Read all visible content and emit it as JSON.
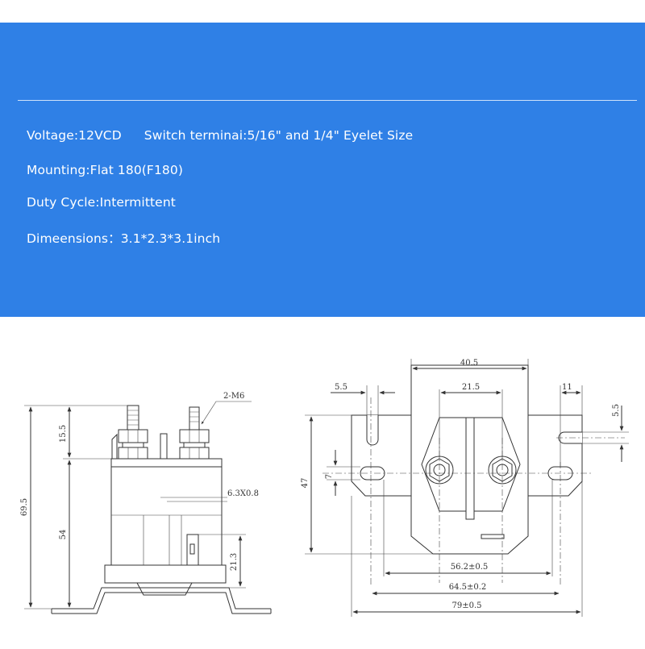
{
  "specs": {
    "voltage": "Voltage:12VCD",
    "switch_terminal": "Switch terminai:5/16\" and 1/4\" Eyelet Size",
    "mounting": "Mounting:Flat 180(F180)",
    "duty_cycle": "Duty Cycle:Intermittent",
    "dimensions": "Dimeensions：3.1*2.3*3.1inch"
  },
  "side_view": {
    "thread_label": "2-M6",
    "terminal_height": "15.5",
    "overall_height": "69.5",
    "body_height": "54",
    "tab_size": "6.3X0.8",
    "tab_height": "21.3"
  },
  "top_view": {
    "bracket_width": "40.5",
    "terminal_spacing": "21.5",
    "slot_width": "5.5",
    "slot_offset": "11",
    "slot_height": "5.5",
    "hole_offset": "7",
    "overall_height": "47",
    "hole_center_spacing": "56.2±0.5",
    "slot_center_spacing": "64.5±0.2",
    "overall_width": "79±0.5"
  },
  "colors": {
    "banner": "#2f80e6",
    "text": "#ffffff",
    "line": "#333333"
  }
}
